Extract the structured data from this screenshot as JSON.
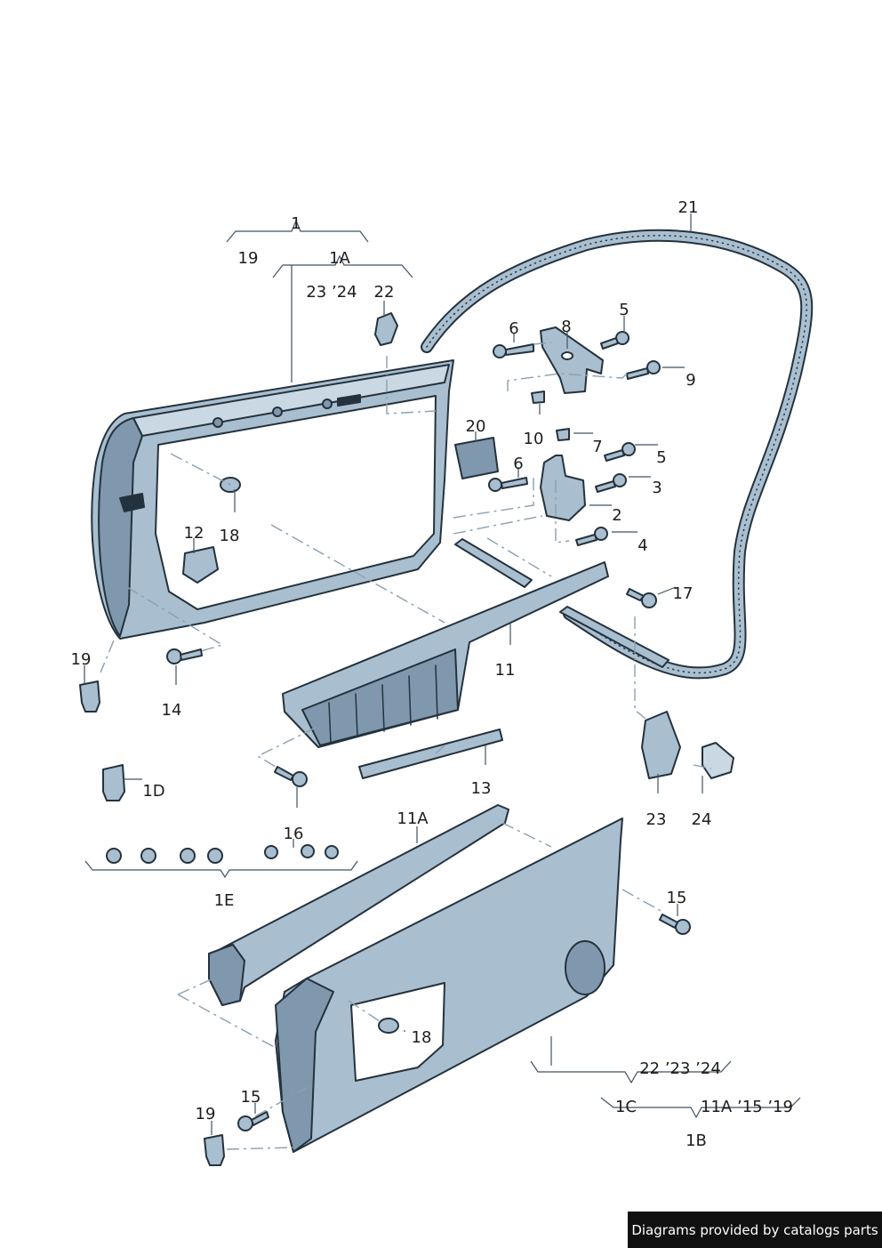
{
  "colors": {
    "part_fill": "#a9bfd0",
    "part_fill_dark": "#7f98ad",
    "part_fill_light": "#c9d8e3",
    "outline": "#24323d",
    "leader": "#3f5364",
    "dash_line": "#8aa0b0",
    "credit_bg": "#111111",
    "credit_text": "#ffffff"
  },
  "labels": {
    "l1": "1",
    "l19_top": "19",
    "l1A": "1A",
    "l23_24": "23 ’24",
    "l22": "22",
    "l21": "21",
    "l6a": "6",
    "l8": "8",
    "l5a": "5",
    "l9": "9",
    "l10": "10",
    "l7": "7",
    "l20": "20",
    "l5b": "5",
    "l6b": "6",
    "l3": "3",
    "l2": "2",
    "l4": "4",
    "l12": "12",
    "l18a": "18",
    "l17": "17",
    "l11": "11",
    "l19a": "19",
    "l14": "14",
    "l1D": "1D",
    "l13": "13",
    "l23": "23",
    "l24": "24",
    "l11A": "11A",
    "l16": "16",
    "l1E": "1E",
    "l15a": "15",
    "l18b": "18",
    "l22_23_24": "22 ’23 ’24",
    "l1C": "1C",
    "l11A_15_19": "11A ’15 ’19",
    "l1B": "1B",
    "l15b": "15",
    "l19b": "19"
  },
  "credit": "Diagrams provided by catalogs parts"
}
